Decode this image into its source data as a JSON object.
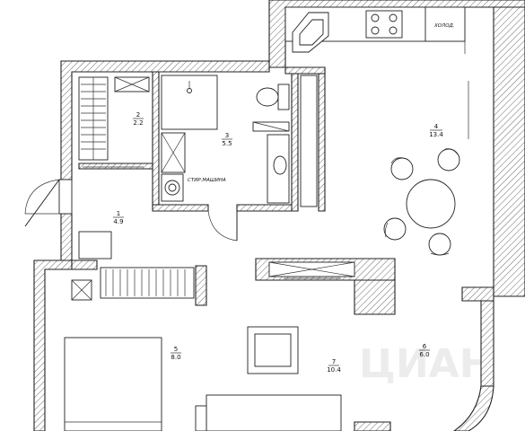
{
  "plan": {
    "rooms": [
      {
        "id": "1",
        "num": "1",
        "area": "4.9"
      },
      {
        "id": "2",
        "num": "2",
        "area": "2.2"
      },
      {
        "id": "3",
        "num": "3",
        "area": "5.5"
      },
      {
        "id": "4",
        "num": "4",
        "area": "13.4"
      },
      {
        "id": "5",
        "num": "5",
        "area": "8.0"
      },
      {
        "id": "6",
        "num": "6",
        "area": "6.0"
      },
      {
        "id": "7",
        "num": "7",
        "area": "10.4"
      }
    ],
    "labels": {
      "washing_machine": "СТИР.МАШИНА",
      "fridge": "ХОЛОД."
    },
    "watermark": "ЦИАН"
  }
}
